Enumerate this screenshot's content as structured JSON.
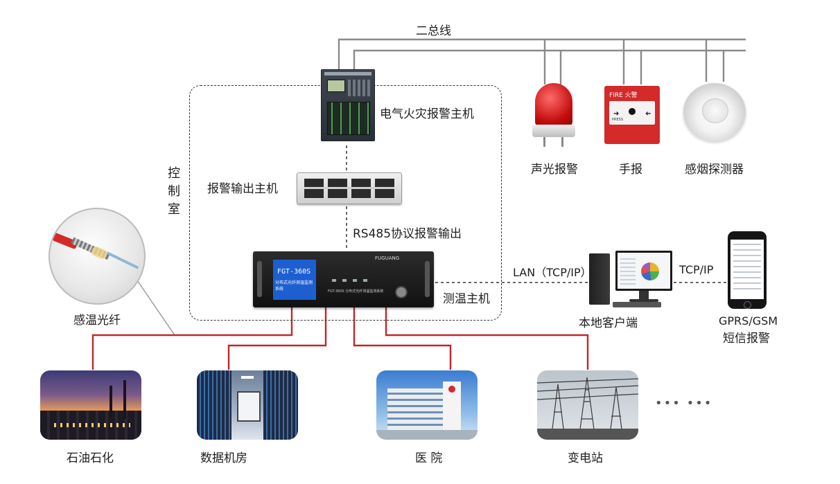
{
  "labels": {
    "bus": "二总线",
    "fire_host": "电气火灾报警主机",
    "alarm_output_host": "报警输出主机",
    "rs485": "RS485协议报警输出",
    "control_room": [
      "控",
      "制",
      "室"
    ],
    "temp_host": "测温主机",
    "sound_light": "声光报警",
    "manual_alarm": "手报",
    "smoke_detector": "感烟探测器",
    "fiber": "感温光纤",
    "lan": "LAN（TCP/IP）",
    "tcpip": "TCP/IP",
    "local_client": "本地客户端",
    "gprs_line1": "GPRS/GSM",
    "gprs_line2": "短信报警",
    "petrochem": "石油石化",
    "datacenter": "数据机房",
    "hospital": "医 院",
    "substation": "变电站",
    "ellipsis": "••• •••"
  },
  "device_text": {
    "rack_brand": "FUGUANG",
    "rack_screen_model": "FGT-360S",
    "rack_screen_sub": "分布式光纤测温监测系统",
    "rack_front_text": "FGT-360S  分布式光纤测温监测系统",
    "fire_sign": "FIRE 火警",
    "press_text": "PRESS"
  },
  "colors": {
    "red_line": "#c0262b",
    "gray_line": "#8a8a8a",
    "rack_blue": "#1d5fd1",
    "fire_red": "#d42a2a"
  }
}
